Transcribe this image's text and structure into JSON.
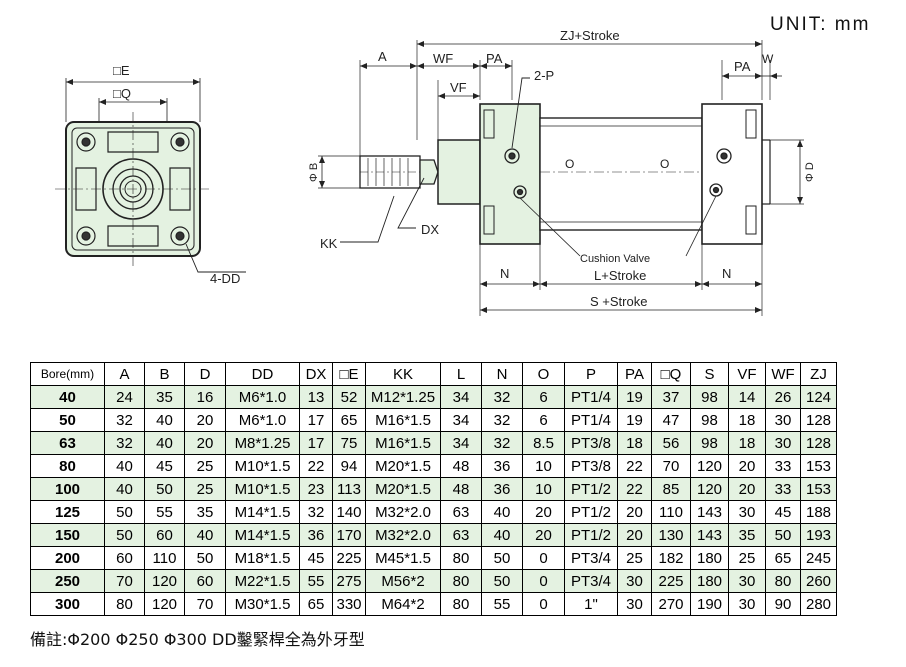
{
  "drawing": {
    "unit": "UNIT: mm",
    "front_view": {
      "label_e": "□E",
      "label_q": "□Q",
      "label_4dd": "4-DD"
    },
    "side_view": {
      "label_a": "A",
      "label_wf": "WF",
      "label_pa": "PA",
      "label_vf": "VF",
      "label_zj": "ZJ+Stroke",
      "label_pa2": "PA",
      "label_w": "W",
      "label_2p": "2-P",
      "label_b": "Φ B",
      "label_d": "Φ D",
      "label_o1": "O",
      "label_o2": "O",
      "label_kk": "KK",
      "label_dx": "DX",
      "label_cushion": "Cushion Valve",
      "label_n1": "N",
      "label_l": "L+Stroke",
      "label_n2": "N",
      "label_s": "S +Stroke"
    }
  },
  "table": {
    "headers": [
      "Bore(mm)",
      "A",
      "B",
      "D",
      "DD",
      "DX",
      "□E",
      "KK",
      "L",
      "N",
      "O",
      "P",
      "PA",
      "□Q",
      "S",
      "VF",
      "WF",
      "ZJ"
    ],
    "rows": [
      [
        "40",
        "24",
        "35",
        "16",
        "M6*1.0",
        "13",
        "52",
        "M12*1.25",
        "34",
        "32",
        "6",
        "PT1/4",
        "19",
        "37",
        "98",
        "14",
        "26",
        "124"
      ],
      [
        "50",
        "32",
        "40",
        "20",
        "M6*1.0",
        "17",
        "65",
        "M16*1.5",
        "34",
        "32",
        "6",
        "PT1/4",
        "19",
        "47",
        "98",
        "18",
        "30",
        "128"
      ],
      [
        "63",
        "32",
        "40",
        "20",
        "M8*1.25",
        "17",
        "75",
        "M16*1.5",
        "34",
        "32",
        "8.5",
        "PT3/8",
        "18",
        "56",
        "98",
        "18",
        "30",
        "128"
      ],
      [
        "80",
        "40",
        "45",
        "25",
        "M10*1.5",
        "22",
        "94",
        "M20*1.5",
        "48",
        "36",
        "10",
        "PT3/8",
        "22",
        "70",
        "120",
        "20",
        "33",
        "153"
      ],
      [
        "100",
        "40",
        "50",
        "25",
        "M10*1.5",
        "23",
        "113",
        "M20*1.5",
        "48",
        "36",
        "10",
        "PT1/2",
        "22",
        "85",
        "120",
        "20",
        "33",
        "153"
      ],
      [
        "125",
        "50",
        "55",
        "35",
        "M14*1.5",
        "32",
        "140",
        "M32*2.0",
        "63",
        "40",
        "20",
        "PT1/2",
        "20",
        "110",
        "143",
        "30",
        "45",
        "188"
      ],
      [
        "150",
        "50",
        "60",
        "40",
        "M14*1.5",
        "36",
        "170",
        "M32*2.0",
        "63",
        "40",
        "20",
        "PT1/2",
        "20",
        "130",
        "143",
        "35",
        "50",
        "193"
      ],
      [
        "200",
        "60",
        "110",
        "50",
        "M18*1.5",
        "45",
        "225",
        "M45*1.5",
        "80",
        "50",
        "0",
        "PT3/4",
        "25",
        "182",
        "180",
        "25",
        "65",
        "245"
      ],
      [
        "250",
        "70",
        "120",
        "60",
        "M22*1.5",
        "55",
        "275",
        "M56*2",
        "80",
        "50",
        "0",
        "PT3/4",
        "30",
        "225",
        "180",
        "30",
        "80",
        "260"
      ],
      [
        "300",
        "80",
        "120",
        "70",
        "M30*1.5",
        "65",
        "330",
        "M64*2",
        "80",
        "55",
        "0",
        "1\"",
        "30",
        "270",
        "190",
        "30",
        "90",
        "280"
      ]
    ]
  },
  "note": "備註:Φ200 Φ250 Φ300 DD鑿緊桿全為外牙型",
  "colors": {
    "green_fill": "#e4f2e1",
    "line": "#222222"
  }
}
